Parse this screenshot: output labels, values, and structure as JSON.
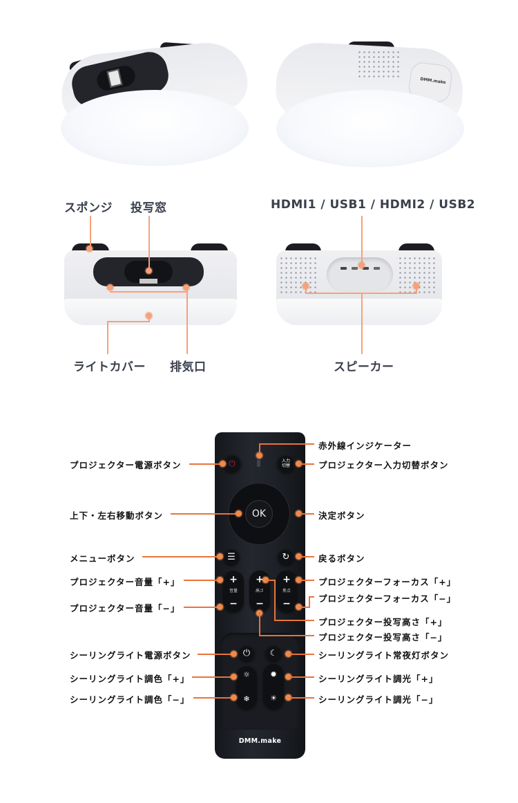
{
  "section_top": {
    "left_render": {
      "alt": "projector-ceiling-light-front-angle"
    },
    "right_render": {
      "alt": "projector-ceiling-light-back-angle",
      "logo": "DMM.make"
    }
  },
  "section_front": {
    "labels": {
      "sponge": "スポンジ",
      "projection_window": "投写窓",
      "light_cover": "ライトカバー",
      "exhaust": "排気口"
    }
  },
  "section_back": {
    "labels": {
      "ports": "HDMI1 / USB1 / HDMI2 / USB2",
      "speaker": "スピーカー"
    }
  },
  "remote": {
    "brand": "DMM.make",
    "ok_label": "OK",
    "input_button_text": "入力\n切替",
    "pill_labels": {
      "volume": "音量",
      "height": "高さ",
      "focus": "焦点"
    },
    "plus": "+",
    "minus": "−",
    "callouts_left": [
      "プロジェクター電源ボタン",
      "上下・左右移動ボタン",
      "メニューボタン",
      "プロジェクター音量「+」",
      "プロジェクター音量「−」",
      "シーリングライト電源ボタン",
      "シーリングライト調色「+」",
      "シーリングライト調色「−」"
    ],
    "callouts_right": [
      "赤外線インジケーター",
      "プロジェクター入力切替ボタン",
      "決定ボタン",
      "戻るボタン",
      "プロジェクターフォーカス「+」",
      "プロジェクターフォーカス「−」",
      "プロジェクター投写高さ「+」",
      "プロジェクター投写高さ「−」",
      "シーリングライト常夜灯ボタン",
      "シーリングライト調光「+」",
      "シーリングライト調光「−」"
    ]
  },
  "colors": {
    "accent_line": "#e8743b",
    "accent_dot": "#f08a4b",
    "remote_body": "#1d2026",
    "label_text": "#1d2230"
  }
}
